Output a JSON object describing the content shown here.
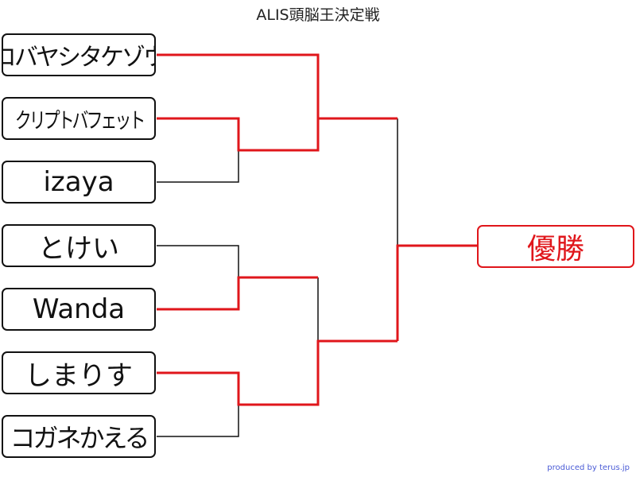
{
  "title": "ALIS頭脳王決定戦",
  "players": [
    {
      "name": "コバヤシタケゾウ"
    },
    {
      "name": "クリプトバフェット"
    },
    {
      "name": "izaya"
    },
    {
      "name": "とけい"
    },
    {
      "name": "Wanda"
    },
    {
      "name": "しまりす"
    },
    {
      "name": "コガネかえる"
    }
  ],
  "champion_label": "優勝",
  "credit": "produced by terus.jp",
  "colors": {
    "win_line": "#e0161b",
    "loss_line": "#111111",
    "box_border": "#111111",
    "champion": "#e0161b",
    "credit": "#4a5bd6"
  }
}
